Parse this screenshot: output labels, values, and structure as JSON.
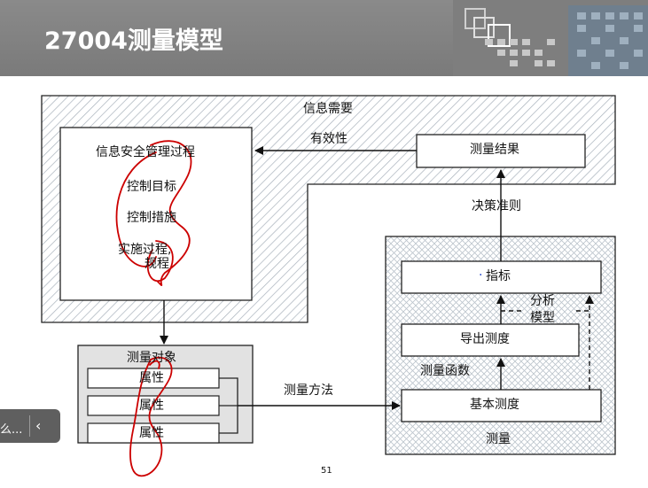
{
  "header": {
    "title": "27004测量模型"
  },
  "diagram": {
    "info_needs": "信息需要",
    "effectiveness": "有效性",
    "measurement_result": "测量结果",
    "decision_criteria": "决策准则",
    "indicator": "指标",
    "indicator_dot": "·",
    "analysis_model_line1": "分析",
    "analysis_model_line2": "模型",
    "derived_measure": "导出测度",
    "measurement_function": "测量函数",
    "base_measure": "基本测度",
    "measurement": "测量",
    "measurement_method": "测量方法",
    "isms_process": "信息安全管理过程",
    "control_objectives": "控制目标",
    "control_measures": "控制措施",
    "implementation_line1": "实施过程,",
    "implementation_line2": "规程",
    "object": "测量对象",
    "attributes": [
      "属性",
      "属性",
      "属性"
    ]
  },
  "annotation_color": "#cc0000",
  "nav": {
    "text": "么...",
    "back_icon": "chevron-left-icon"
  },
  "page_number": "51"
}
